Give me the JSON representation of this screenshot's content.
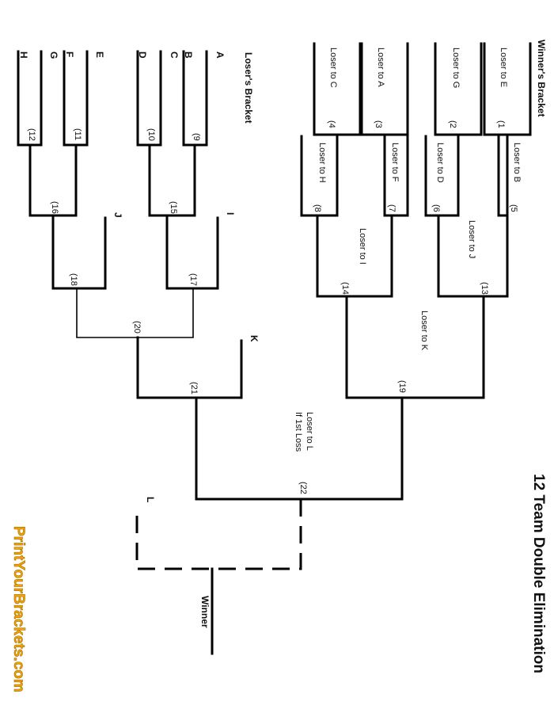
{
  "title": "12 Team Double Elimination",
  "winners_bracket_label": "Winner's Bracket",
  "losers_bracket_label": "Loser's Bracket",
  "winner_label": "Winner",
  "logo_text": "PrintYourBrackets.com",
  "games": {
    "g1": "(1",
    "g2": "(2",
    "g3": "(3",
    "g4": "(4",
    "g5": "(5",
    "g6": "(6",
    "g7": "(7",
    "g8": "(8",
    "g9": "(9",
    "g10": "(10",
    "g11": "(11",
    "g12": "(12",
    "g13": "(13",
    "g14": "(14",
    "g15": "(15",
    "g16": "(16",
    "g17": "(17",
    "g18": "(18",
    "g19": "(19",
    "g20": "(20",
    "g21": "(21",
    "g22": "(22"
  },
  "labels": {
    "loser_to_e": "Loser to E",
    "loser_to_g": "Loser to G",
    "loser_to_a": "Loser to A",
    "loser_to_c": "Loser to C",
    "loser_to_b": "Loser to B",
    "loser_to_d": "Loser to D",
    "loser_to_f": "Loser to F",
    "loser_to_h": "Loser to H",
    "loser_to_j": "Loser to J",
    "loser_to_i": "Loser to I",
    "loser_to_k": "Loser to K",
    "loser_to_l_line1": "Loser to L",
    "loser_to_l_line2": "If 1st Loss"
  },
  "letters": {
    "a": "A",
    "b": "B",
    "c": "C",
    "d": "D",
    "e": "E",
    "f": "F",
    "g": "G",
    "h": "H",
    "i": "I",
    "j": "J",
    "k": "K",
    "l": "L"
  }
}
